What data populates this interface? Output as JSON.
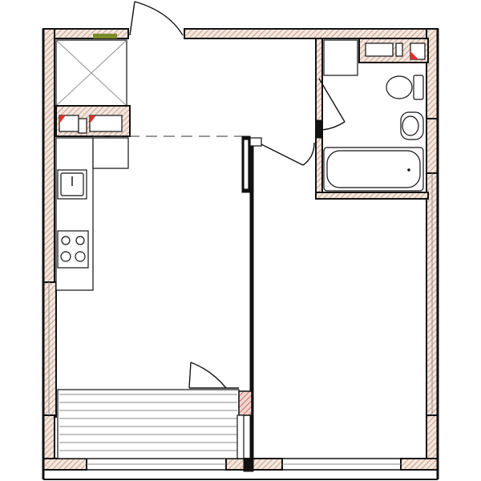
{
  "colors": {
    "wall_outline": "#111111",
    "wall_hatch": "#b07a6a",
    "hatch_background": "#f4e6dd",
    "accent_green": "#7a8c2a",
    "accent_red": "#d9322a"
  },
  "fixtures": [
    "kitchen-counter",
    "kitchen-sink",
    "four-burner-cooktop",
    "toilet",
    "washbasin",
    "bathtub",
    "balcony",
    "entrance-door",
    "bathroom-door",
    "balcony-door"
  ]
}
